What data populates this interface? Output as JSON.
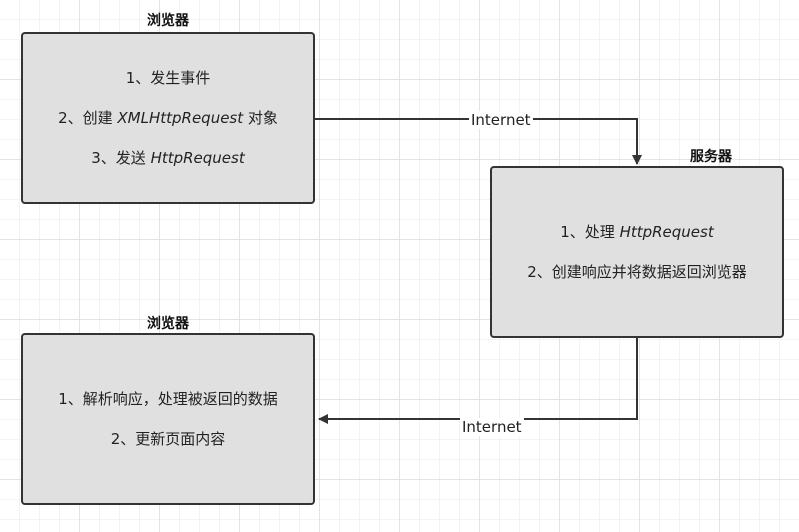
{
  "browser_top": {
    "title": "浏览器",
    "lines": [
      {
        "prefix": "1、发生事件",
        "em": "",
        "suffix": ""
      },
      {
        "prefix": "2、创建 ",
        "em": "XMLHttpRequest",
        "suffix": " 对象"
      },
      {
        "prefix": "3、发送 ",
        "em": "HttpRequest",
        "suffix": ""
      }
    ]
  },
  "server": {
    "title": "服务器",
    "lines": [
      {
        "prefix": "1、处理 ",
        "em": "HttpRequest",
        "suffix": ""
      },
      {
        "prefix": "2、创建响应并将数据返回浏览器",
        "em": "",
        "suffix": ""
      }
    ]
  },
  "browser_bottom": {
    "title": "浏览器",
    "lines": [
      {
        "prefix": "1、解析响应，处理被返回的数据",
        "em": "",
        "suffix": ""
      },
      {
        "prefix": "2、更新页面内容",
        "em": "",
        "suffix": ""
      }
    ]
  },
  "connectors": {
    "top_label": "Internet",
    "bottom_label": "Internet"
  },
  "colors": {
    "box_fill": "#e0e0e0",
    "box_border": "#333333",
    "connector": "#333333"
  }
}
